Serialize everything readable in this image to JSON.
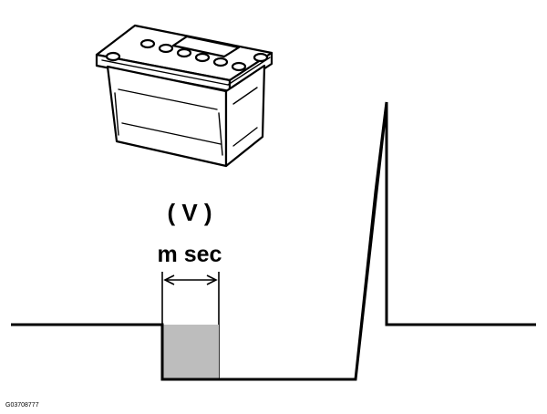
{
  "labels": {
    "unit": "( V )",
    "time": "m sec",
    "figure_code": "G03708777"
  },
  "icons": {
    "battery": "car-battery-icon",
    "arrow": "double-headed-arrow-icon"
  },
  "colors": {
    "line": "#000000",
    "pulse_fill": "#bdbdbd",
    "background": "#ffffff"
  }
}
